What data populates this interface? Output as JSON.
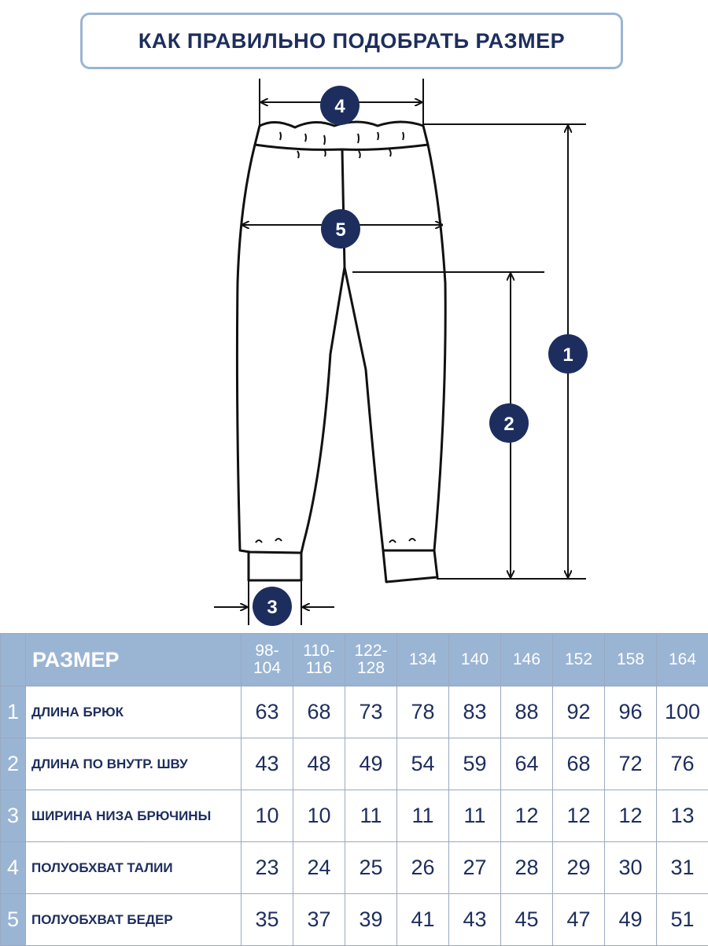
{
  "title": "КАК ПРАВИЛЬНО ПОДОБРАТЬ РАЗМЕР",
  "colors": {
    "navy": "#1d2e5e",
    "header_blue": "#9ab5d3",
    "title_border": "#9ab5d3"
  },
  "badges": {
    "b1": "1",
    "b2": "2",
    "b3": "3",
    "b4": "4",
    "b5": "5"
  },
  "table": {
    "header_label": "РАЗМЕР",
    "sizes": [
      [
        "98-",
        "104"
      ],
      [
        "110-",
        "116"
      ],
      [
        "122-",
        "128"
      ],
      [
        "134"
      ],
      [
        "140"
      ],
      [
        "146"
      ],
      [
        "152"
      ],
      [
        "158"
      ],
      [
        "164"
      ]
    ],
    "rows": [
      {
        "num": "1",
        "name": "ДЛИНА БРЮК",
        "values": [
          "63",
          "68",
          "73",
          "78",
          "83",
          "88",
          "92",
          "96",
          "100"
        ]
      },
      {
        "num": "2",
        "name": "ДЛИНА ПО ВНУТР. ШВУ",
        "values": [
          "43",
          "48",
          "49",
          "54",
          "59",
          "64",
          "68",
          "72",
          "76"
        ]
      },
      {
        "num": "3",
        "name": "ШИРИНА НИЗА БРЮЧИНЫ",
        "values": [
          "10",
          "10",
          "11",
          "11",
          "11",
          "12",
          "12",
          "12",
          "13"
        ]
      },
      {
        "num": "4",
        "name": "ПОЛУОБХВАТ ТАЛИИ",
        "values": [
          "23",
          "24",
          "25",
          "26",
          "27",
          "28",
          "29",
          "30",
          "31"
        ]
      },
      {
        "num": "5",
        "name": "ПОЛУОБХВАТ БЕДЕР",
        "values": [
          "35",
          "37",
          "39",
          "41",
          "43",
          "45",
          "47",
          "49",
          "51"
        ]
      }
    ]
  }
}
